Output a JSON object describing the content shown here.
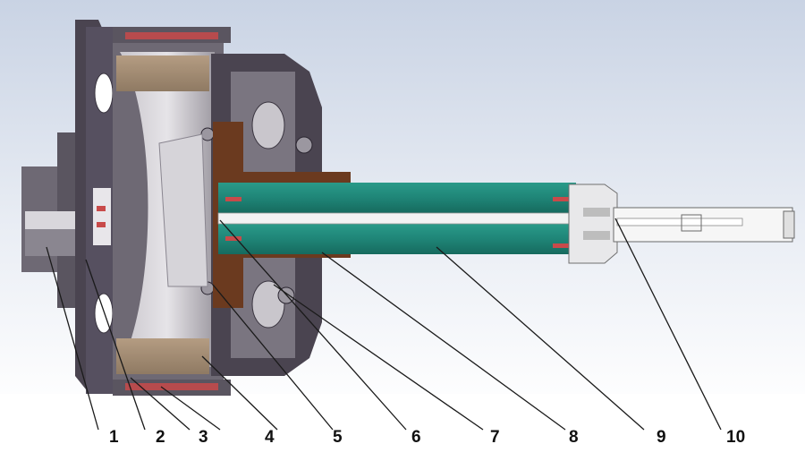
{
  "figure": {
    "subject": "cross-section-assembly",
    "callouts": [
      "1",
      "2",
      "3",
      "4",
      "5",
      "6",
      "7",
      "8",
      "9",
      "10"
    ]
  },
  "colors": {
    "background_top": "#c9d3e4",
    "background_bottom": "#ffffff",
    "housing_dark": "#4a4450",
    "housing_mid": "#6e6974",
    "housing_light": "#b8b5bc",
    "magnet_tan": "#a08a72",
    "copper_flange": "#6b3a1f",
    "teal_tube": "#1f8577",
    "red_seal": "#c84a4a",
    "probe_white": "#f2f2f2"
  }
}
